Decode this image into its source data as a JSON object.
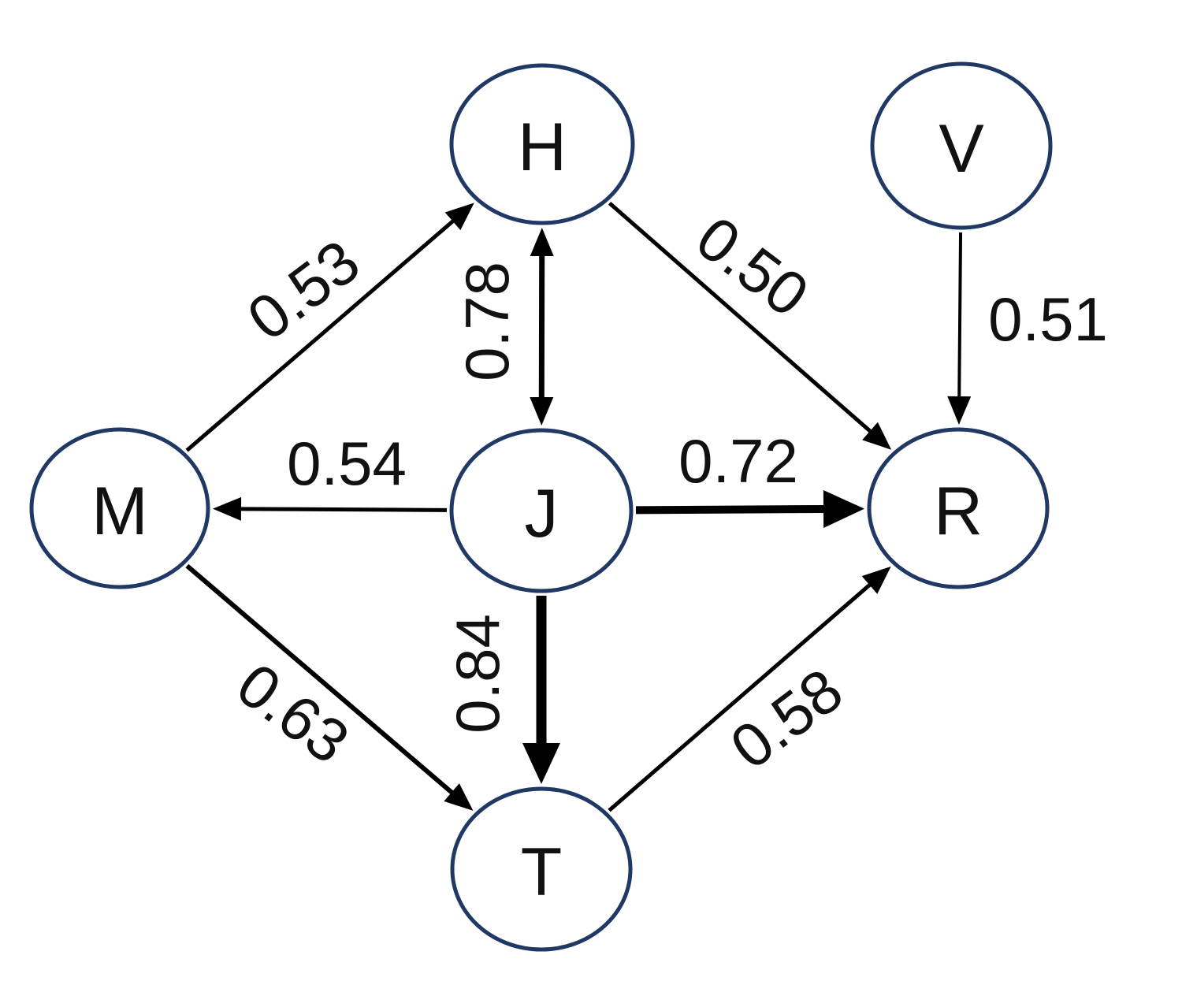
{
  "diagram": {
    "nodes": [
      {
        "id": "H",
        "label": "H"
      },
      {
        "id": "V",
        "label": "V"
      },
      {
        "id": "M",
        "label": "M"
      },
      {
        "id": "J",
        "label": "J"
      },
      {
        "id": "R",
        "label": "R"
      },
      {
        "id": "T",
        "label": "T"
      }
    ],
    "edges": [
      {
        "from": "M",
        "to": "H",
        "weight": "0.53",
        "direction": "forward"
      },
      {
        "from": "H",
        "to": "J",
        "weight": "0.78",
        "direction": "both"
      },
      {
        "from": "H",
        "to": "R",
        "weight": "0.50",
        "direction": "forward"
      },
      {
        "from": "V",
        "to": "R",
        "weight": "0.51",
        "direction": "forward"
      },
      {
        "from": "J",
        "to": "M",
        "weight": "0.54",
        "direction": "forward"
      },
      {
        "from": "J",
        "to": "R",
        "weight": "0.72",
        "direction": "forward"
      },
      {
        "from": "J",
        "to": "T",
        "weight": "0.84",
        "direction": "forward"
      },
      {
        "from": "M",
        "to": "T",
        "weight": "0.63",
        "direction": "forward"
      },
      {
        "from": "T",
        "to": "R",
        "weight": "0.58",
        "direction": "forward"
      }
    ]
  }
}
